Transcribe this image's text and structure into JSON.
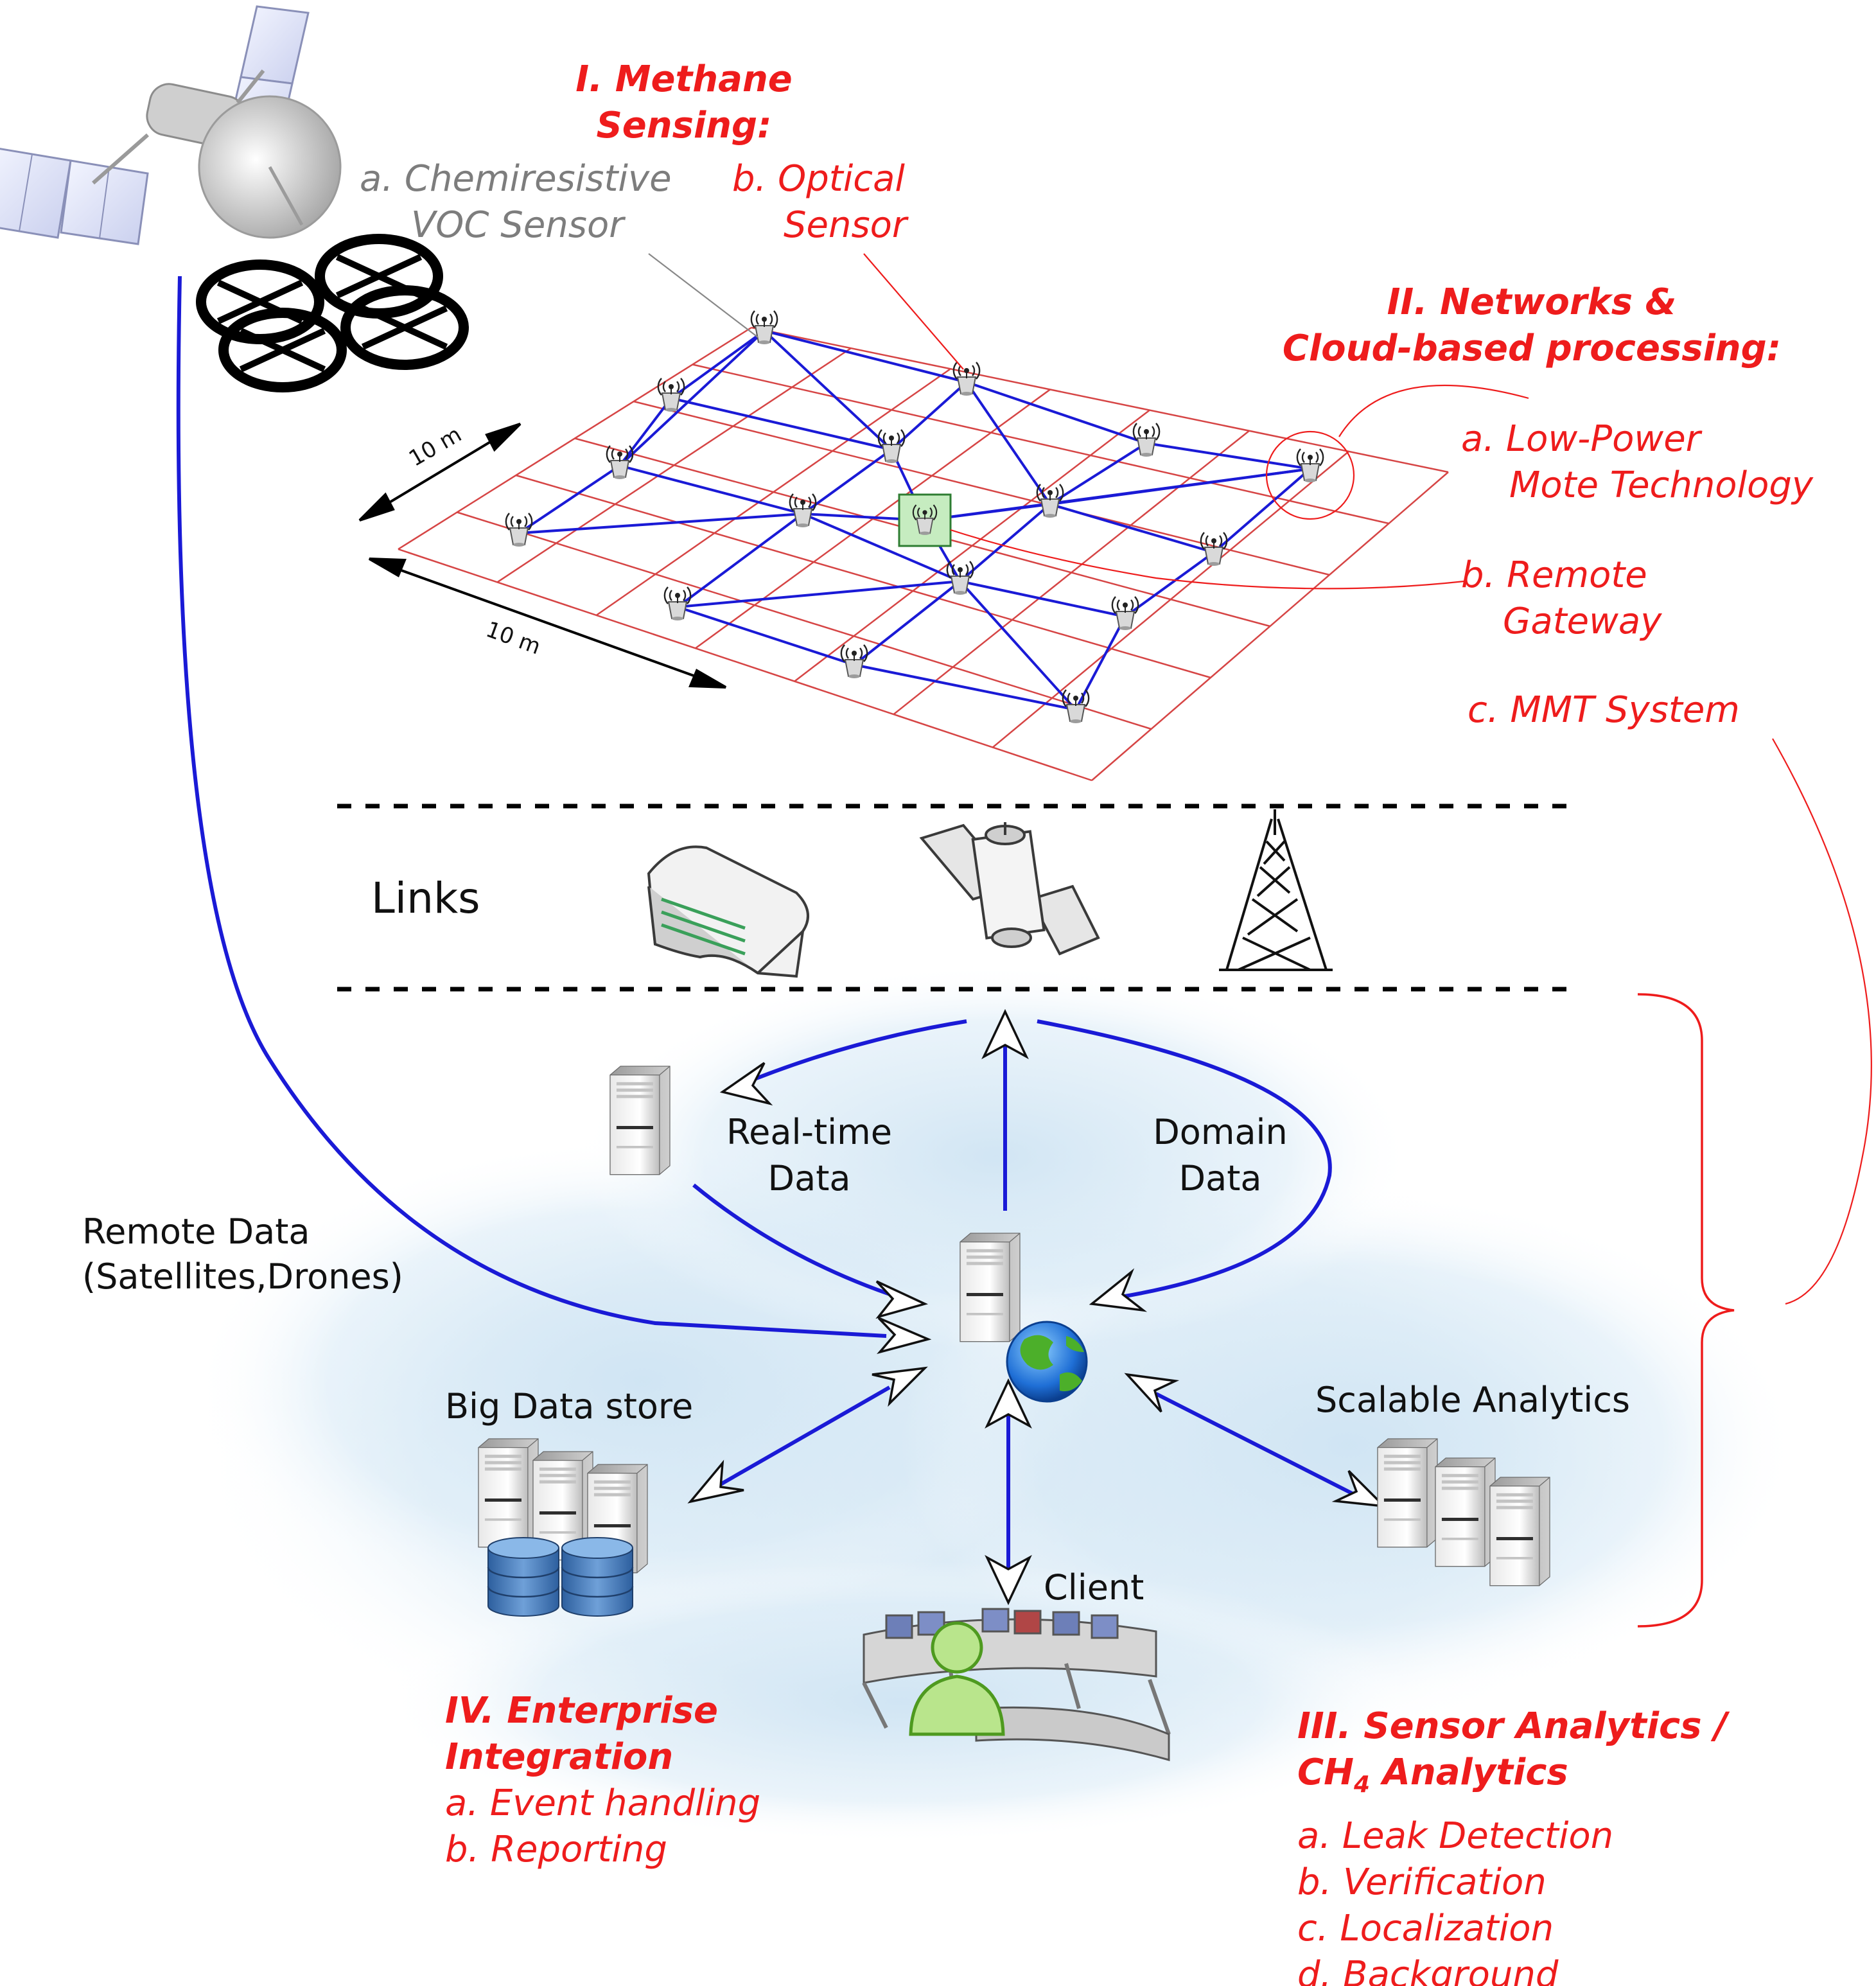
{
  "sections": {
    "methane_sensing": {
      "title_line1": "I. Methane",
      "title_line2": "Sensing:",
      "item_a_line1": "a. Chemiresistive",
      "item_a_line2": "VOC Sensor",
      "item_b_line1": "b. Optical",
      "item_b_line2": "Sensor"
    },
    "networks": {
      "title_line1": "II. Networks &",
      "title_line2": "Cloud-based processing:",
      "item_a_line1": "a. Low-Power",
      "item_a_line2": "Mote Technology",
      "item_b_line1": "b. Remote",
      "item_b_line2": "Gateway",
      "item_c": "c. MMT System"
    },
    "sensor_analytics": {
      "title_line1": "III. Sensor Analytics /",
      "title_line2_prefix": "CH",
      "title_line2_sub": "4",
      "title_line2_suffix": " Analytics",
      "items": [
        "a. Leak Detection",
        "b. Verification",
        "c. Localization",
        "d. Background"
      ]
    },
    "enterprise": {
      "title_line1": "IV. Enterprise",
      "title_line2": "Integration",
      "items": [
        "a. Event handling",
        "b. Reporting"
      ]
    }
  },
  "grid_dimensions": {
    "depth": "10 m",
    "width": "10 m"
  },
  "links_label": "Links",
  "nodes": {
    "realtime_line1": "Real-time",
    "realtime_line2": "Data",
    "domain_line1": "Domain",
    "domain_line2": "Data",
    "remote_line1": "Remote Data",
    "remote_line2": "(Satellites,Drones)",
    "big_data": "Big Data store",
    "scalable": "Scalable Analytics",
    "client": "Client"
  },
  "icons": [
    "satellite-icon",
    "drone-icon",
    "sensor-mote-icon",
    "gateway-icon",
    "router-icon",
    "comm-satellite-icon",
    "radio-tower-icon",
    "server-icon",
    "central-server-icon",
    "globe-icon",
    "server-cluster-icon",
    "database-icon",
    "control-room-icon",
    "user-icon"
  ],
  "colors": {
    "accent_red": "#ee1c1c",
    "network_blue": "#1a1ad6",
    "grid_red": "#d64545",
    "gray_text": "#7d7d7d",
    "cloud_blue": "#cfe4f3"
  }
}
